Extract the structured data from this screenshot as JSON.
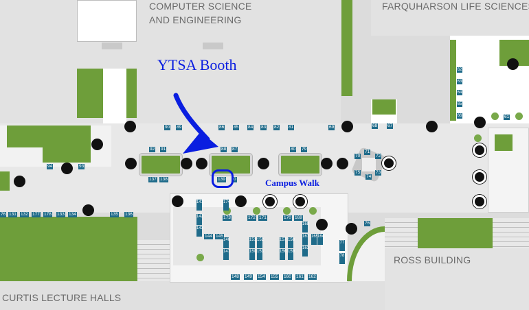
{
  "buildings": {
    "computer_science_line1": "COMPUTER SCIENCE",
    "computer_science_line2": "AND ENGINEERING",
    "farquharson": "FARQUHARSON LIFE SCIENCES",
    "ross": "ROSS BUILDING",
    "curtis": "CURTIS LECTURE HALLS"
  },
  "annotations": {
    "booth_label": "YTSA Booth",
    "walk_label": "Campus Walk",
    "highlighted_booth": "139",
    "arrow_color": "#0a1ee0"
  },
  "colors": {
    "green": "#6e9e3a",
    "booth_blue": "#1f6b8a",
    "ground": "#dcdcdc"
  },
  "booths": {
    "b90": "90",
    "b89": "89",
    "b86": "86",
    "b85": "85",
    "b84": "84",
    "b83": "83",
    "b82": "82",
    "b81": "81",
    "b69": "69",
    "b68": "68",
    "b67": "67",
    "b92": "92",
    "b91": "91",
    "b88": "88",
    "b87": "87",
    "b80": "80",
    "b79": "79",
    "b94": "94",
    "b93": "93",
    "b137": "137",
    "b138": "138",
    "b140": "0",
    "b71": "71",
    "b72": "72",
    "b70": "70",
    "b73": "73",
    "b74": "74",
    "b75": "75",
    "b62": "62",
    "b63": "63",
    "b64": "64",
    "b65": "65",
    "b66": "66",
    "b61": "61",
    "b76a": "76",
    "b131": "131",
    "b132": "132",
    "b177": "177",
    "b178": "178",
    "b133": "133",
    "b134": "134",
    "b135": "135",
    "b136": "136",
    "b141": "141",
    "b142": "142",
    "b143": "143",
    "b174": "174",
    "b173": "173",
    "b172": "172",
    "b171": "171",
    "b170": "170",
    "b169": "169",
    "b144": "144",
    "b145": "145",
    "b146": "146",
    "b147": "147",
    "b151": "151",
    "b150": "150",
    "b152": "152",
    "b153": "153",
    "b157": "157",
    "b156": "156",
    "b158": "158",
    "b159": "159",
    "b168": "168",
    "b167": "167",
    "b163": "163",
    "b165": "165",
    "b164": "164",
    "b77": "77",
    "b78": "78",
    "b76b": "76",
    "b148": "148",
    "b149": "149",
    "b154": "154",
    "b155": "155",
    "b160": "160",
    "b161": "161",
    "b162": "162"
  }
}
